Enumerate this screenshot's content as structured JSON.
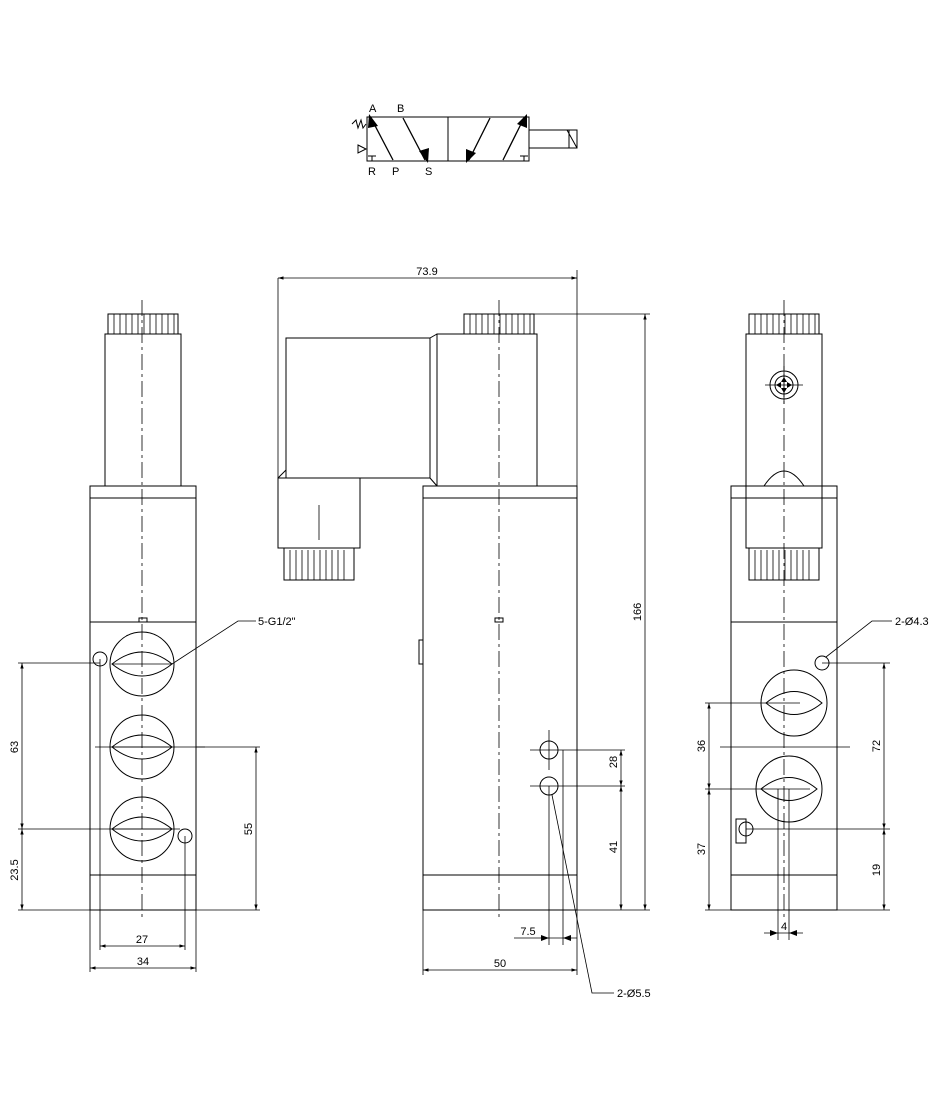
{
  "symbol": {
    "port_a": "A",
    "port_b": "B",
    "port_r": "R",
    "port_p": "P",
    "port_s": "S"
  },
  "dimensions": {
    "overall_width": "73.9",
    "overall_height": "166",
    "left_port_spacing": "63",
    "left_bottom_offset": "23.5",
    "left_mount_spacing": "55",
    "left_hole_pitch": "27",
    "left_body_width": "34",
    "center_upper_pitch": "28",
    "center_lower_height": "41",
    "center_edge_offset": "7.5",
    "center_body_depth": "50",
    "right_port_pitch": "36",
    "right_bottom_offset": "37",
    "right_mount_spacing": "72",
    "right_bottom_height": "19",
    "right_small_offset": "4"
  },
  "callouts": {
    "ports": "5-G1/2\"",
    "center_holes": "2-Ø5.5",
    "right_holes": "2-Ø4.3"
  }
}
